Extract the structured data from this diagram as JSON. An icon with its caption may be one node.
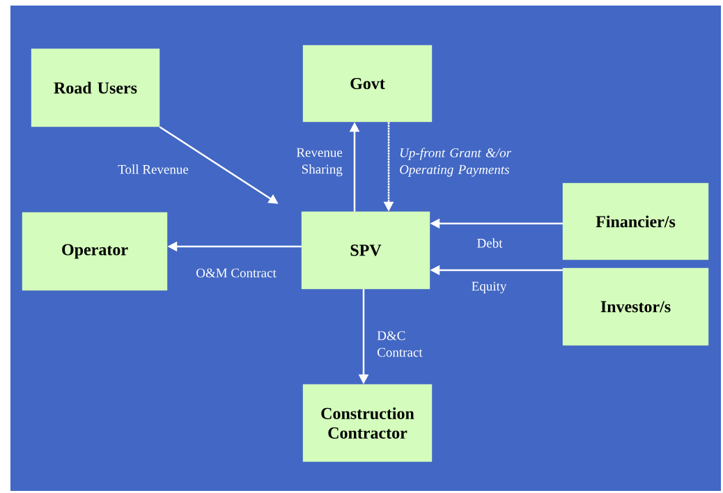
{
  "diagram": {
    "nodes": [
      {
        "text": [
          "Road Users"
        ]
      },
      {
        "text": [
          "Govt"
        ]
      },
      {
        "text": [
          "Operator"
        ]
      },
      {
        "text": [
          "SPV"
        ]
      },
      {
        "text": [
          "Financier/s"
        ]
      },
      {
        "text": [
          "Investor/s"
        ]
      },
      {
        "text": [
          "Construction Contractor"
        ]
      }
    ],
    "edges": [
      {
        "from": 0,
        "to": 3,
        "arrow": "to",
        "label": "Toll Revenue"
      },
      {
        "from": 3,
        "to": 1,
        "arrow": "to",
        "label": "Revenue Sharing"
      },
      {
        "from": 1,
        "to": 3,
        "arrow": "to",
        "label": "*Up-front Grant &/or Operating Payments*",
        "style": "dashed"
      },
      {
        "from": 3,
        "to": 2,
        "arrow": "to",
        "label": "O&M Contract"
      },
      {
        "from": 4,
        "to": 3,
        "arrow": "to",
        "label": "Debt"
      },
      {
        "from": 5,
        "to": 3,
        "arrow": "to",
        "label": "Equity"
      },
      {
        "from": 3,
        "to": 6,
        "arrow": "to",
        "label": "D&C Contract"
      }
    ]
  }
}
